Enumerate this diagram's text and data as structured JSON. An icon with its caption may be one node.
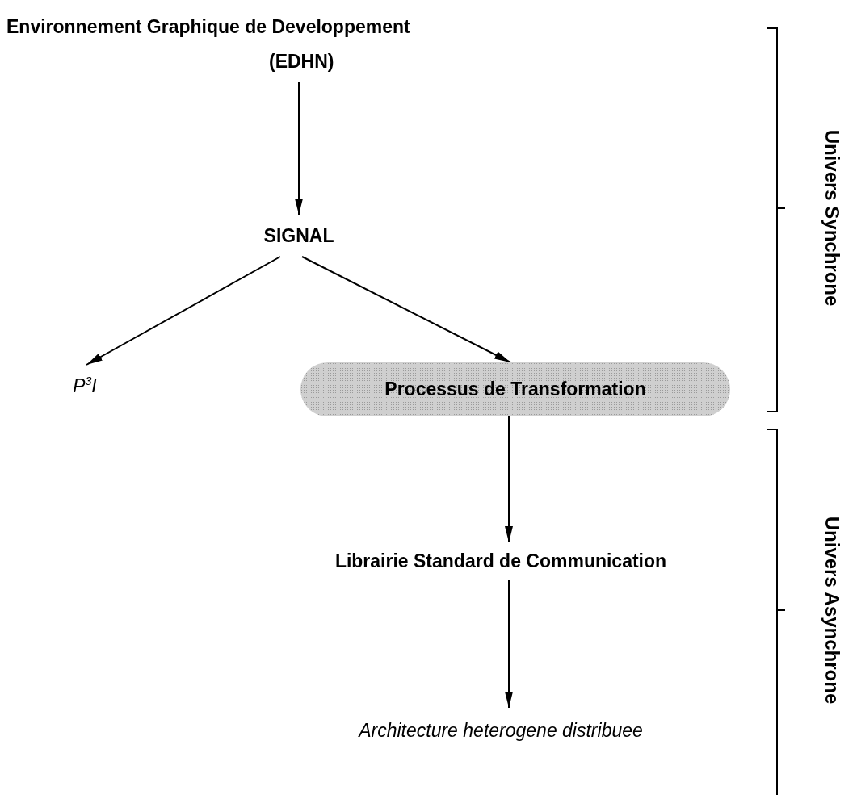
{
  "diagram": {
    "nodes": [
      {
        "text": [
          "Environnement Graphique de Developpement",
          "(EDHN)"
        ]
      },
      {
        "text": [
          "SIGNAL"
        ]
      },
      {
        "text": [
          "P$^{3}$I"
        ]
      },
      {
        "text": [
          "Processus de Transformation"
        ]
      },
      {
        "text": [
          "Librairie Standard de Communication"
        ]
      },
      {
        "text": [
          "Architecture heterogene distribuee"
        ]
      }
    ],
    "edges": [
      {
        "from": 0,
        "to": 1,
        "arrow": "to"
      },
      {
        "from": 1,
        "to": 2,
        "arrow": "to"
      },
      {
        "from": 1,
        "to": 3,
        "arrow": "to"
      },
      {
        "from": 3,
        "to": 4,
        "arrow": "to"
      },
      {
        "from": 4,
        "to": 5,
        "arrow": "to"
      }
    ],
    "labels": [
      "Univers Synchrone",
      "Univers Asynchrone"
    ]
  }
}
